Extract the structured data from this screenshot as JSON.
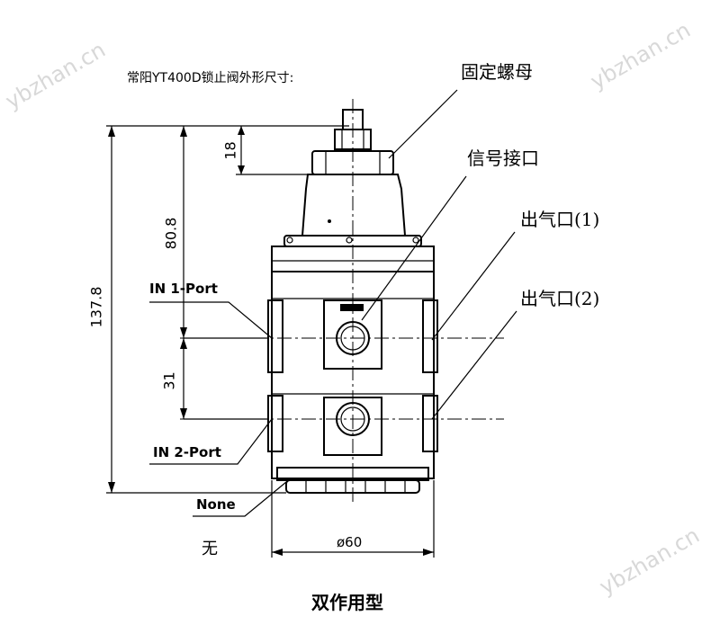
{
  "watermark": "ybzhan.cn",
  "caption": "常阳YT400D锁止阀外形尺寸:",
  "callouts": {
    "fixing_nut": "固定螺母",
    "signal_port": "信号接口",
    "outlet_1": "出气口(1)",
    "outlet_2": "出气口(2)",
    "in1": "IN 1-Port",
    "in2": "IN 2-Port",
    "none_en": "None",
    "none_cn": "无"
  },
  "dimensions": {
    "nut_height": "18",
    "upper_height": "80.8",
    "total_height": "137.8",
    "port_spacing": "31",
    "diameter": "ø60"
  },
  "title": "双作用型"
}
